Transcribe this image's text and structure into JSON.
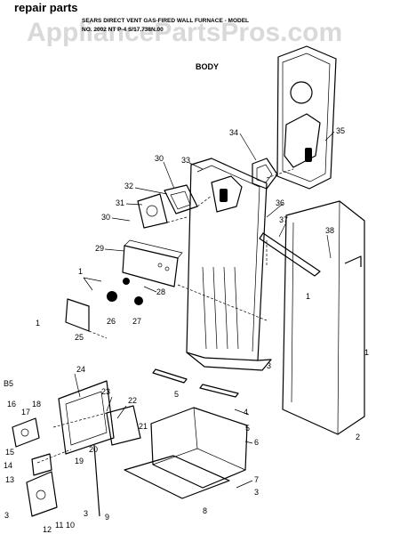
{
  "header": {
    "title": "repair parts",
    "subtitle_line1": "SEARS DIRECT VENT GAS-FIRED WALL FURNACE - MODEL",
    "subtitle_line2": "NO. 2002 NT P-4 S/17.738N.00",
    "section": "BODY"
  },
  "watermark": "AppliancePartsPros.com",
  "colors": {
    "ink": "#000000",
    "watermark": "#d9d9d9",
    "background": "#ffffff"
  },
  "callouts": [
    {
      "id": "c35",
      "label": "35"
    },
    {
      "id": "c34",
      "label": "34"
    },
    {
      "id": "c33",
      "label": "33"
    },
    {
      "id": "c30a",
      "label": "30"
    },
    {
      "id": "c32",
      "label": "32"
    },
    {
      "id": "c31",
      "label": "31"
    },
    {
      "id": "c30b",
      "label": "30"
    },
    {
      "id": "c36",
      "label": "36"
    },
    {
      "id": "c37",
      "label": "37"
    },
    {
      "id": "c38",
      "label": "38"
    },
    {
      "id": "c29",
      "label": "29"
    },
    {
      "id": "c1a",
      "label": "1"
    },
    {
      "id": "c28",
      "label": "28"
    },
    {
      "id": "c26",
      "label": "26"
    },
    {
      "id": "c27",
      "label": "27"
    },
    {
      "id": "c1b",
      "label": "1"
    },
    {
      "id": "c25",
      "label": "25"
    },
    {
      "id": "c1c",
      "label": "1"
    },
    {
      "id": "c1d",
      "label": "1"
    },
    {
      "id": "c3a",
      "label": "3"
    },
    {
      "id": "c5a",
      "label": "5"
    },
    {
      "id": "c4",
      "label": "4"
    },
    {
      "id": "c5b",
      "label": "5"
    },
    {
      "id": "c6",
      "label": "6"
    },
    {
      "id": "c2",
      "label": "2"
    },
    {
      "id": "cB5",
      "label": "B5"
    },
    {
      "id": "c24",
      "label": "24"
    },
    {
      "id": "c23",
      "label": "23"
    },
    {
      "id": "c22",
      "label": "22"
    },
    {
      "id": "c21",
      "label": "21"
    },
    {
      "id": "c16",
      "label": "16"
    },
    {
      "id": "c18",
      "label": "18"
    },
    {
      "id": "c17",
      "label": "17"
    },
    {
      "id": "c15",
      "label": "15"
    },
    {
      "id": "c20",
      "label": "20"
    },
    {
      "id": "c19",
      "label": "19"
    },
    {
      "id": "c14",
      "label": "14"
    },
    {
      "id": "c13",
      "label": "13"
    },
    {
      "id": "c9",
      "label": "9"
    },
    {
      "id": "c7",
      "label": "7"
    },
    {
      "id": "c3b",
      "label": "3"
    },
    {
      "id": "c8",
      "label": "8"
    },
    {
      "id": "c3c",
      "label": "3"
    },
    {
      "id": "c3d",
      "label": "3"
    },
    {
      "id": "c10",
      "label": "10"
    },
    {
      "id": "c11",
      "label": "11"
    },
    {
      "id": "c12",
      "label": "12"
    }
  ]
}
